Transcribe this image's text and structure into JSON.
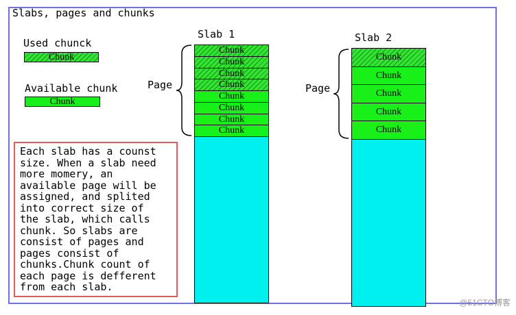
{
  "title": "Slabs, pages and chunks",
  "legend": {
    "used_label": "Used chunck",
    "used_box": "Chunk",
    "available_label": "Available chunk",
    "available_box": "Chunk"
  },
  "note_lines": [
    "Each slab has a counst",
    "size. When a slab need",
    "more momery, an",
    "available page will be",
    "assigned, and splited",
    "into correct size of",
    "the slab, which calls",
    "chunk. So slabs are",
    "consist of pages and",
    "pages consist of",
    "chunks.Chunk count of",
    "each page is defferent",
    "from each slab."
  ],
  "slabs": [
    {
      "name": "Slab 1",
      "page_label": "Page",
      "chunks": [
        {
          "label": "Chunk",
          "state": "used"
        },
        {
          "label": "Chunk",
          "state": "used"
        },
        {
          "label": "Chunk",
          "state": "used"
        },
        {
          "label": "Chunk",
          "state": "used"
        },
        {
          "label": "Chunk",
          "state": "available"
        },
        {
          "label": "Chunk",
          "state": "available"
        },
        {
          "label": "Chunk",
          "state": "available"
        },
        {
          "label": "Chunk",
          "state": "available"
        }
      ]
    },
    {
      "name": "Slab 2",
      "page_label": "Page",
      "chunks": [
        {
          "label": "Chunk",
          "state": "used"
        },
        {
          "label": "Chunk",
          "state": "available"
        },
        {
          "label": "Chunk",
          "state": "available"
        },
        {
          "label": "Chunk",
          "state": "available"
        },
        {
          "label": "Chunk",
          "state": "available"
        }
      ]
    }
  ],
  "watermark": "@51CTO博客",
  "colors": {
    "frame": "#6f6fe6",
    "note_border": "#e45a5a",
    "free_space": "#00f0f0",
    "available_chunk": "#19f019",
    "used_chunk": "#18c318"
  }
}
